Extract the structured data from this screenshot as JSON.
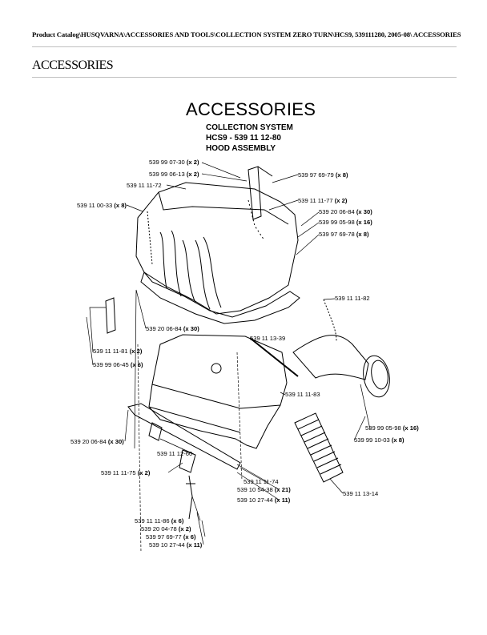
{
  "breadcrumb": "Product Catalog\\HUSQVARNA\\ACCESSORIES AND TOOLS\\COLLECTION SYSTEM ZERO TURN\\HCS9, 539111280, 2005-08\\ ACCESSORIES",
  "section_title": "ACCESSORIES",
  "diagram": {
    "title": "ACCESSORIES",
    "subtitle_lines": [
      "COLLECTION SYSTEM",
      "HCS9 - 539 11 12-80",
      "HOOD ASSEMBLY"
    ],
    "labels": [
      {
        "part": "539 99 07-30",
        "qty": "(x 2)"
      },
      {
        "part": "539 99 06-13",
        "qty": "(x 2)"
      },
      {
        "part": "539 11 11-72",
        "qty": ""
      },
      {
        "part": "539 97 69-79",
        "qty": "(x 8)"
      },
      {
        "part": "539 11 11-77",
        "qty": "(x 2)"
      },
      {
        "part": "539 11 00-33",
        "qty": "(x 8)"
      },
      {
        "part": "539 20 06-84",
        "qty": "(x 30)"
      },
      {
        "part": "539 99 05-98",
        "qty": "(x 16)"
      },
      {
        "part": "539 97 69-78",
        "qty": "(x 8)"
      },
      {
        "part": "539 11 11-82",
        "qty": ""
      },
      {
        "part": "539 20 06-84",
        "qty": "(x 30)"
      },
      {
        "part": "539 11 13-39",
        "qty": ""
      },
      {
        "part": "539 11 11-81",
        "qty": "(x 2)"
      },
      {
        "part": "539 99 06-45",
        "qty": "(x 6)"
      },
      {
        "part": "539 11 11-83",
        "qty": ""
      },
      {
        "part": "539 99 05-98",
        "qty": "(x 16)"
      },
      {
        "part": "539 20 06-84",
        "qty": "(x 30)"
      },
      {
        "part": "539 99 10-03",
        "qty": "(x 8)"
      },
      {
        "part": "539 11 12-60",
        "qty": ""
      },
      {
        "part": "539 11 11-75",
        "qty": "(x 2)"
      },
      {
        "part": "539 11 11-74",
        "qty": ""
      },
      {
        "part": "539 10 54-38",
        "qty": "(x 21)"
      },
      {
        "part": "539 10 27-44",
        "qty": "(x 11)"
      },
      {
        "part": "539 11 13-14",
        "qty": ""
      },
      {
        "part": "539 11 11-86",
        "qty": "(x 6)"
      },
      {
        "part": "539 20 04-78",
        "qty": "(x 2)"
      },
      {
        "part": "539 97 69-77",
        "qty": "(x 6)"
      },
      {
        "part": "539 10 27-44",
        "qty": "(x 11)"
      }
    ]
  }
}
